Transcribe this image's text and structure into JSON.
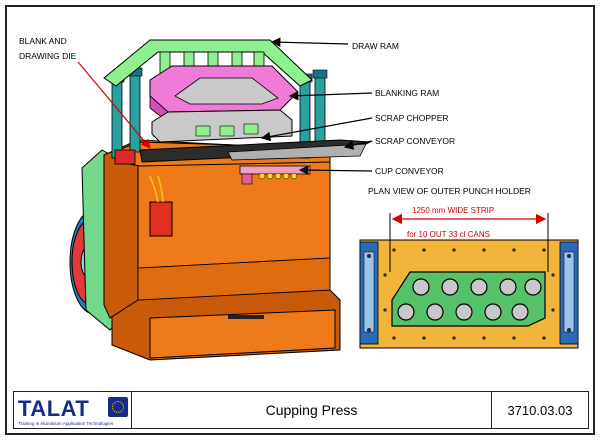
{
  "labels": {
    "blank_die_line1": "BLANK AND",
    "blank_die_line2": "DRAWING DIE",
    "draw_ram": "DRAW RAM",
    "blanking_ram": "BLANKING RAM",
    "scrap_chopper": "SCRAP CHOPPER",
    "scrap_conveyor": "SCRAP CONVEYOR",
    "cup_conveyor": "CUP CONVEYOR",
    "plan_view": "PLAN VIEW OF OUTER PUNCH HOLDER",
    "strip_width": "1250 mm WIDE STRIP",
    "cans": "for 10 OUT 33 cl CANS"
  },
  "footer": {
    "logo": "TALAT",
    "logo_subtitle": "Training in Aluminium Application Technologies",
    "title": "Cupping Press",
    "code": "3710.03.03"
  },
  "colors": {
    "press_body": "#ef7a1a",
    "press_shadow": "#c95a0a",
    "draw_ram": "#8ef08e",
    "blanking_ram": "#f07ad8",
    "column": "#2aa0a0",
    "plate": "#f2b43a",
    "plate_side": "#2a6ab8",
    "die_opening": "#55c26a",
    "arrow_red": "#d40000"
  }
}
